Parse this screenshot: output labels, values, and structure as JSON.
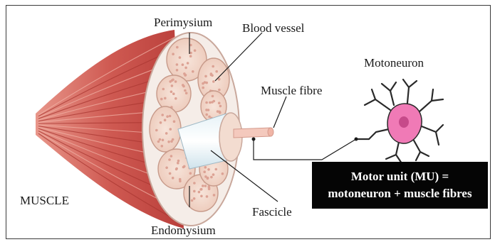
{
  "labels": {
    "perimysium": "Perimysium",
    "blood_vessel": "Blood vessel",
    "motoneuron": "Motoneuron",
    "muscle_fibre": "Muscle fibre",
    "muscle": "MUSCLE",
    "endomysium": "Endomysium",
    "fascicle": "Fascicle"
  },
  "motor_unit": {
    "line1": "Motor unit (MU) =",
    "line2": "motoneuron + muscle fibres"
  },
  "colors": {
    "muscle_red": "#c8504a",
    "muscle_light": "#e69a8c",
    "fascicle_fill": "#f2d6c8",
    "fibre_dot": "#dca294",
    "neuron_pink": "#f07ab6",
    "box_black": "#050505",
    "line": "#1a1a1a"
  }
}
